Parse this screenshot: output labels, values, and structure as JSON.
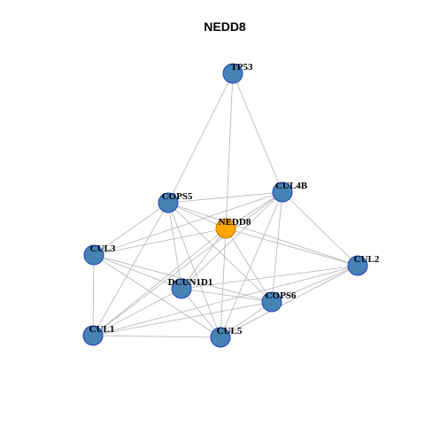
{
  "title": "NEDD8",
  "colors": {
    "node_fill": "#4682b4",
    "node_stroke": "#1f3fbf",
    "center_fill": "#ffa500",
    "center_stroke": "#c07800",
    "edge": "#b3b3b3"
  },
  "nodes": [
    {
      "id": "TP53",
      "label": "TP53",
      "center": false
    },
    {
      "id": "CUL4B",
      "label": "CUL4B",
      "center": false
    },
    {
      "id": "COPS5",
      "label": "COPS5",
      "center": false
    },
    {
      "id": "NEDD8",
      "label": "NEDD8",
      "center": true
    },
    {
      "id": "CUL3",
      "label": "CUL3",
      "center": false
    },
    {
      "id": "CUL2",
      "label": "CUL2",
      "center": false
    },
    {
      "id": "DCUN1D1",
      "label": "DCUN1D1",
      "center": false
    },
    {
      "id": "COPS6",
      "label": "COPS6",
      "center": false
    },
    {
      "id": "CUL1",
      "label": "CUL1",
      "center": false
    },
    {
      "id": "CUL5",
      "label": "CUL5",
      "center": false
    }
  ],
  "edges": [
    [
      "TP53",
      "COPS5"
    ],
    [
      "TP53",
      "NEDD8"
    ],
    [
      "TP53",
      "CUL4B"
    ],
    [
      "CUL4B",
      "COPS5"
    ],
    [
      "CUL4B",
      "NEDD8"
    ],
    [
      "CUL4B",
      "CUL3"
    ],
    [
      "CUL4B",
      "CUL2"
    ],
    [
      "CUL4B",
      "DCUN1D1"
    ],
    [
      "CUL4B",
      "COPS6"
    ],
    [
      "CUL4B",
      "CUL5"
    ],
    [
      "CUL4B",
      "CUL1"
    ],
    [
      "COPS5",
      "NEDD8"
    ],
    [
      "COPS5",
      "CUL3"
    ],
    [
      "COPS5",
      "CUL2"
    ],
    [
      "COPS5",
      "DCUN1D1"
    ],
    [
      "COPS5",
      "COPS6"
    ],
    [
      "COPS5",
      "CUL5"
    ],
    [
      "COPS5",
      "CUL1"
    ],
    [
      "NEDD8",
      "CUL3"
    ],
    [
      "NEDD8",
      "CUL2"
    ],
    [
      "NEDD8",
      "DCUN1D1"
    ],
    [
      "NEDD8",
      "COPS6"
    ],
    [
      "NEDD8",
      "CUL5"
    ],
    [
      "NEDD8",
      "CUL1"
    ],
    [
      "CUL3",
      "DCUN1D1"
    ],
    [
      "CUL3",
      "COPS6"
    ],
    [
      "CUL3",
      "CUL5"
    ],
    [
      "CUL3",
      "CUL1"
    ],
    [
      "CUL2",
      "DCUN1D1"
    ],
    [
      "CUL2",
      "COPS6"
    ],
    [
      "CUL2",
      "CUL5"
    ],
    [
      "CUL2",
      "CUL1"
    ],
    [
      "DCUN1D1",
      "COPS6"
    ],
    [
      "DCUN1D1",
      "CUL5"
    ],
    [
      "DCUN1D1",
      "CUL1"
    ],
    [
      "COPS6",
      "CUL5"
    ],
    [
      "COPS6",
      "CUL1"
    ],
    [
      "CUL1",
      "CUL5"
    ]
  ]
}
